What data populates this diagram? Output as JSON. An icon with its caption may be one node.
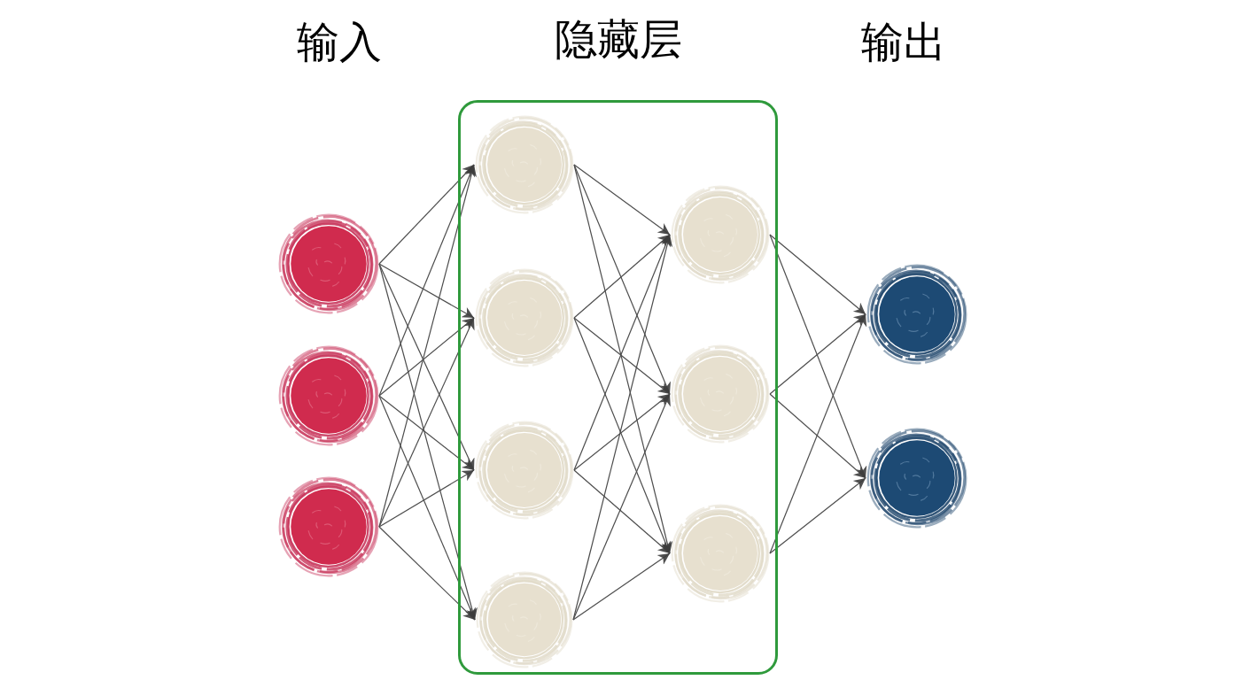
{
  "diagram": {
    "nodes": [
      {
        "text": [],
        "shape": "circle"
      },
      {
        "text": [],
        "shape": "circle"
      },
      {
        "text": [],
        "shape": "circle"
      },
      {
        "text": [
          "隐藏层"
        ]
      },
      {
        "text": [],
        "shape": "circle",
        "in": 3
      },
      {
        "text": [],
        "shape": "circle",
        "in": 3
      },
      {
        "text": [],
        "shape": "circle",
        "in": 3
      },
      {
        "text": [],
        "shape": "circle",
        "in": 3
      },
      {
        "text": [],
        "shape": "circle",
        "in": 3
      },
      {
        "text": [],
        "shape": "circle",
        "in": 3
      },
      {
        "text": [],
        "shape": "circle",
        "in": 3
      },
      {
        "text": [],
        "shape": "circle"
      },
      {
        "text": [],
        "shape": "circle"
      }
    ],
    "edges": [
      {
        "from": 0,
        "to": 4,
        "arrow": "to"
      },
      {
        "from": 0,
        "to": 5,
        "arrow": "to"
      },
      {
        "from": 0,
        "to": 6,
        "arrow": "to"
      },
      {
        "from": 0,
        "to": 7,
        "arrow": "to"
      },
      {
        "from": 1,
        "to": 4,
        "arrow": "to"
      },
      {
        "from": 1,
        "to": 5,
        "arrow": "to"
      },
      {
        "from": 1,
        "to": 6,
        "arrow": "to"
      },
      {
        "from": 1,
        "to": 7,
        "arrow": "to"
      },
      {
        "from": 2,
        "to": 4,
        "arrow": "to"
      },
      {
        "from": 2,
        "to": 5,
        "arrow": "to"
      },
      {
        "from": 2,
        "to": 6,
        "arrow": "to"
      },
      {
        "from": 2,
        "to": 7,
        "arrow": "to"
      },
      {
        "from": 4,
        "to": 8,
        "arrow": "to"
      },
      {
        "from": 4,
        "to": 9,
        "arrow": "to"
      },
      {
        "from": 4,
        "to": 10,
        "arrow": "to"
      },
      {
        "from": 5,
        "to": 8,
        "arrow": "to"
      },
      {
        "from": 5,
        "to": 9,
        "arrow": "to"
      },
      {
        "from": 5,
        "to": 10,
        "arrow": "to"
      },
      {
        "from": 6,
        "to": 8,
        "arrow": "to"
      },
      {
        "from": 6,
        "to": 9,
        "arrow": "to"
      },
      {
        "from": 6,
        "to": 10,
        "arrow": "to"
      },
      {
        "from": 7,
        "to": 8,
        "arrow": "to"
      },
      {
        "from": 7,
        "to": 9,
        "arrow": "to"
      },
      {
        "from": 7,
        "to": 10,
        "arrow": "to"
      },
      {
        "from": 8,
        "to": 11,
        "arrow": "to"
      },
      {
        "from": 8,
        "to": 12,
        "arrow": "to"
      },
      {
        "from": 9,
        "to": 11,
        "arrow": "to"
      },
      {
        "from": 9,
        "to": 12,
        "arrow": "to"
      },
      {
        "from": 10,
        "to": 11,
        "arrow": "to"
      },
      {
        "from": 10,
        "to": 12,
        "arrow": "to"
      }
    ],
    "labels": [
      "输入",
      "输出"
    ]
  }
}
